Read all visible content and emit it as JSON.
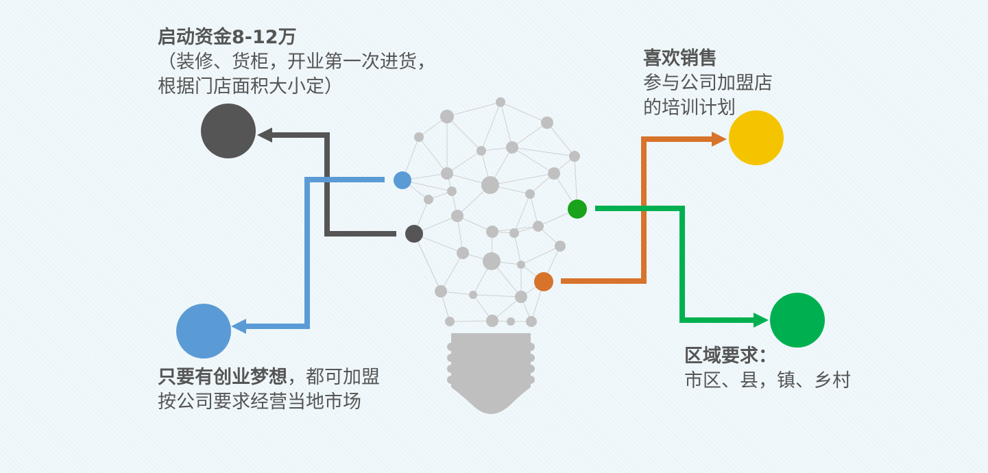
{
  "blocks": {
    "capital": {
      "title": "启动资金8-12万",
      "line1": "（装修、货柜，开业第一次进货，",
      "line2": "根据门店面积大小定）",
      "color": "#555555"
    },
    "sales": {
      "title": "喜欢销售",
      "line1": "参与公司加盟店",
      "line2": "的培训计划",
      "color": "#f5c400"
    },
    "dream": {
      "title": "只要有创业梦想",
      "title_suffix": "，都可加盟",
      "line1": "按公司要求经营当地市场",
      "color": "#5b9bd5"
    },
    "region": {
      "title": "区域要求：",
      "line1": "市区、县，镇、乡村",
      "color": "#00b050"
    }
  },
  "connector_colors": {
    "gray": "#555555",
    "blue": "#5b9bd5",
    "orange": "#d8732c",
    "green": "#00b050"
  },
  "bulb": {
    "node_color": "#c0c0c0",
    "edge_color": "#cfcfcf",
    "base_color": "#bfbfbf"
  }
}
